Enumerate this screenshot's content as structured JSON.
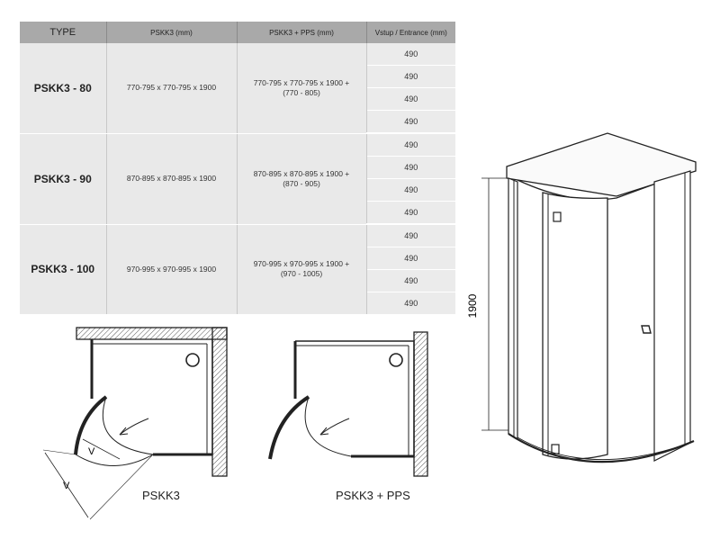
{
  "table": {
    "headers": [
      "TYPE",
      "PSKK3 (mm)",
      "PSKK3 + PPS (mm)",
      "Vstup / Entrance (mm)"
    ],
    "rows": [
      {
        "type": "PSKK3 - 80",
        "pskk3": "770-795 x 770-795 x 1900",
        "pps_line1": "770-795 x 770-795 x 1900 +",
        "pps_line2": "(770 - 805)",
        "entrances": [
          "490",
          "490",
          "490",
          "490"
        ]
      },
      {
        "type": "PSKK3 - 90",
        "pskk3": "870-895 x 870-895 x 1900",
        "pps_line1": "870-895 x 870-895 x 1900 +",
        "pps_line2": "(870 - 905)",
        "entrances": [
          "490",
          "490",
          "490",
          "490"
        ]
      },
      {
        "type": "PSKK3 - 100",
        "pskk3": "970-995 x 970-995 x 1900",
        "pps_line1": "970-995 x 970-995 x 1900 +",
        "pps_line2": "(970 - 1005)",
        "entrances": [
          "490",
          "490",
          "490",
          "490"
        ]
      }
    ]
  },
  "drawings": {
    "plan_left_caption": "PSKK3",
    "plan_right_caption": "PSKK3 + PPS",
    "dim_v_inner": "V",
    "dim_v_outer": "V",
    "height_label": "1900"
  }
}
